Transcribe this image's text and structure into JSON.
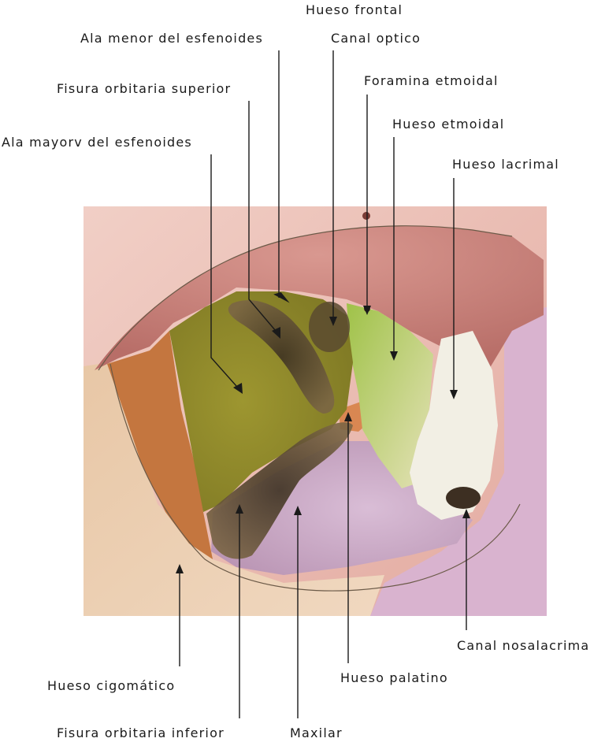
{
  "labels": {
    "hueso_frontal": "Hueso frontal",
    "ala_menor": "Ala menor del esfenoides",
    "canal_optico": "Canal optico",
    "foramina_etmoidal": "Foramina etmoidal",
    "fisura_superior": "Fisura orbitaria superior",
    "hueso_etmoidal": "Hueso etmoidal",
    "ala_mayor": "Ala mayorv  del esfenoides",
    "hueso_lacrimal": "Hueso lacrimal",
    "canal_nasolacrimal": "Canal nosalacrima",
    "hueso_cigomatico": "Hueso cigomático",
    "hueso_palatino": "Hueso palatino",
    "fisura_inferior": "Fisura orbitaria inferior",
    "maxilar": "Maxilar"
  },
  "colors": {
    "frontal": "#c9827a",
    "frontal_light": "#e8b9b0",
    "sphenoid": "#8f8a2a",
    "ethmoid": "#a9c45a",
    "lacrimal": "#f1eee3",
    "maxilla": "#c9a6c4",
    "zygomatic": "#c77a45",
    "palatine": "#d88a5a",
    "fissure": "#5a4a36"
  }
}
